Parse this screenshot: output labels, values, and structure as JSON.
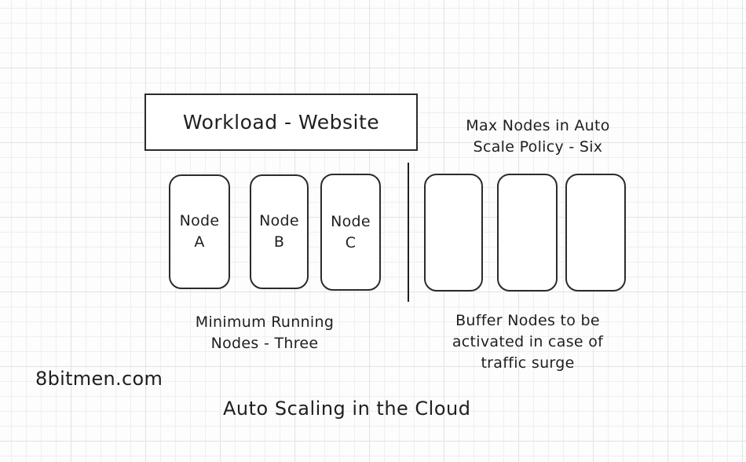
{
  "colors": {
    "ink": "#1f1f1f",
    "line": "#2b2b2b",
    "grid_minor": "#efefef",
    "grid_major": "#e2e2e2",
    "background": "#fdfdfd"
  },
  "diagram": {
    "workload_label": "Workload - Website",
    "max_policy_caption": {
      "lines": [
        "Max Nodes in Auto",
        "Scale Policy - Six"
      ]
    },
    "running_nodes": [
      {
        "line1": "Node",
        "line2": "A"
      },
      {
        "line1": "Node",
        "line2": "B"
      },
      {
        "line1": "Node",
        "line2": "C"
      }
    ],
    "buffer_nodes_count": 3,
    "min_caption": {
      "lines": [
        "Minimum Running",
        "Nodes - Three"
      ]
    },
    "buffer_caption": {
      "lines": [
        "Buffer Nodes to be",
        "activated in case of",
        "traffic surge"
      ]
    },
    "watermark": "8bitmen.com",
    "title": "Auto Scaling in the Cloud"
  }
}
